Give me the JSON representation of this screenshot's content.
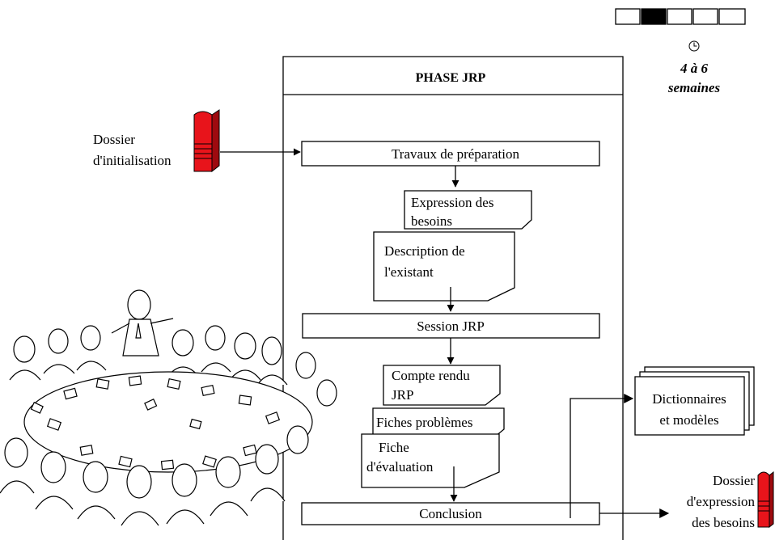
{
  "phase_title": "PHASE JRP",
  "duration": {
    "line1": "4 à 6",
    "line2": "semaines",
    "icon": "clock-icon"
  },
  "progress": {
    "total_steps": 5,
    "active_step": 2
  },
  "input_document": {
    "line1": "Dossier",
    "line2": "d'initialisation",
    "icon": "red-binder-icon"
  },
  "steps": {
    "preparation": "Travaux de préparation",
    "session": "Session JRP",
    "conclusion": "Conclusion"
  },
  "documents": {
    "expression": {
      "line1": "Expression des",
      "line2": "besoins"
    },
    "description": {
      "line1": "Description de",
      "line2": "l'existant"
    },
    "compte_rendu": {
      "line1": "Compte rendu",
      "line2": "JRP"
    },
    "fiches": {
      "line1": "Fiches problèmes"
    },
    "evaluation": {
      "line1": "Fiche",
      "line2": "d'évaluation"
    }
  },
  "dictionnaires": {
    "line1": "Dictionnaires",
    "line2": "et modèles"
  },
  "output_document": {
    "line1": "Dossier",
    "line2": "d'expression",
    "line3": "des besoins",
    "icon": "red-binder-icon"
  },
  "illustration": {
    "icon": "meeting-table-illustration"
  },
  "colors": {
    "binder_red": "#e8141b",
    "binder_dark": "#9e0a0f",
    "line": "#000000",
    "background": "#ffffff"
  }
}
